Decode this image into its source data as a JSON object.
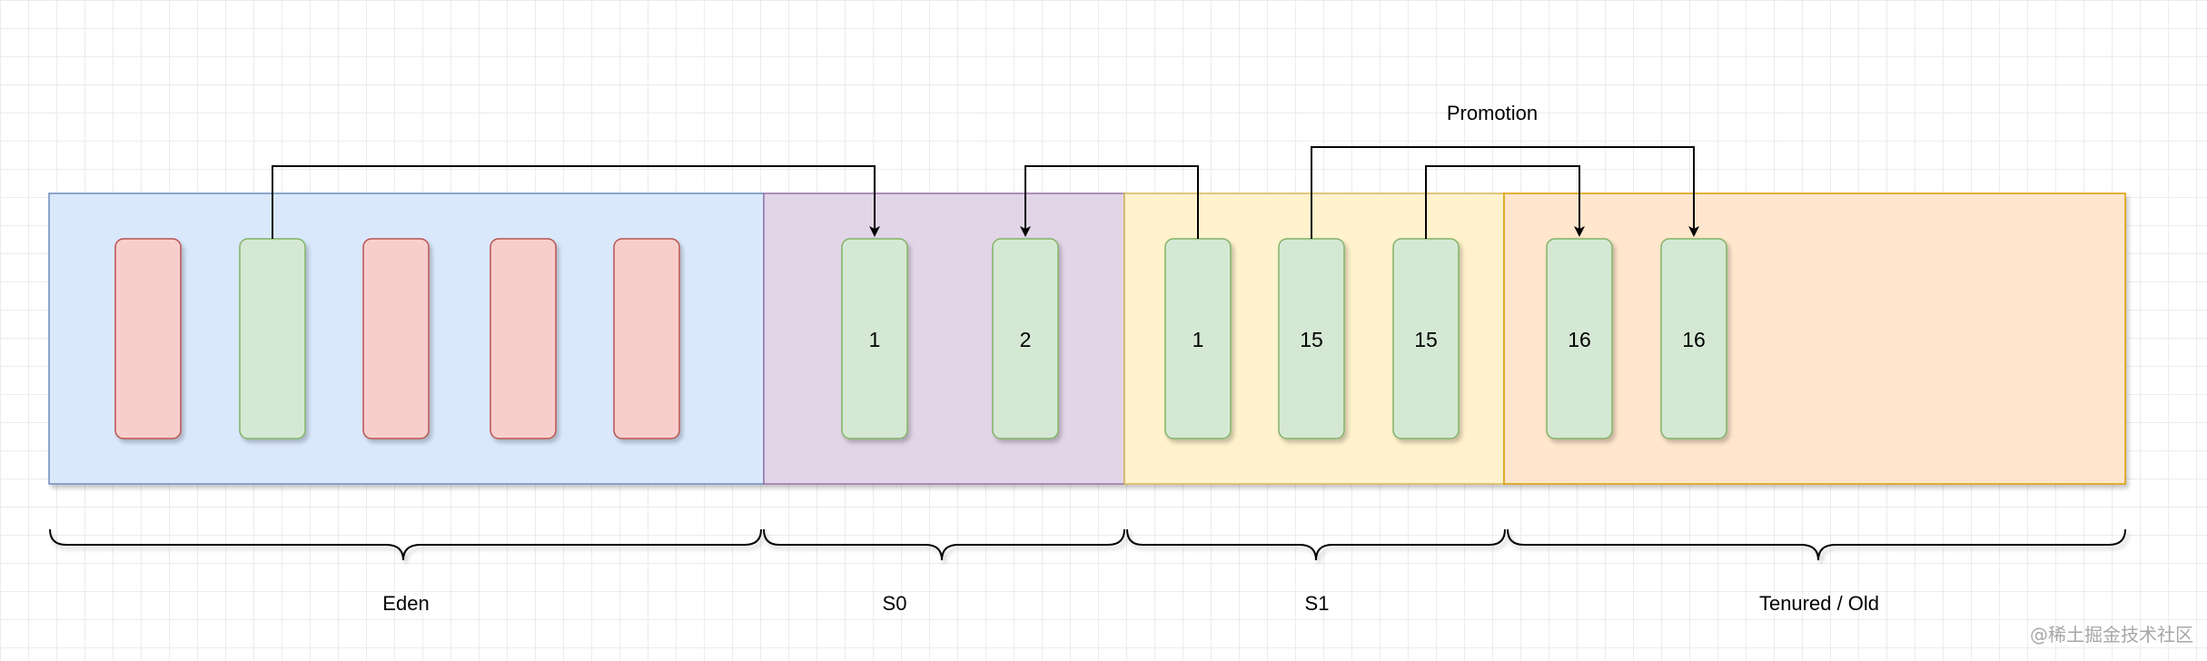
{
  "diagram": {
    "regions": {
      "eden": {
        "fill": "#dae8fc",
        "stroke": "#6c8ebf"
      },
      "s0": {
        "fill": "#e1d5e7",
        "stroke": "#9673a6"
      },
      "s1": {
        "fill": "#fff2cc",
        "stroke": "#d6b656"
      },
      "tenured": {
        "fill": "#ffe6cc",
        "stroke": "#d79b00"
      }
    },
    "objects": {
      "dead_fill": "#f8cecc",
      "dead_stroke": "#b85450",
      "live_fill": "#d5e8d4",
      "live_stroke": "#82b366",
      "eden": [
        "dead",
        "live",
        "dead",
        "dead",
        "dead"
      ],
      "s0_ages": [
        "1",
        "2"
      ],
      "s1_ages": [
        "1",
        "15",
        "15"
      ],
      "tenured_ages": [
        "16",
        "16"
      ]
    },
    "labels": {
      "promotion": "Promotion",
      "eden": "Eden",
      "s0": "S0",
      "s1": "S1",
      "tenured": "Tenured / Old"
    },
    "watermark": "@稀土掘金技术社区"
  }
}
